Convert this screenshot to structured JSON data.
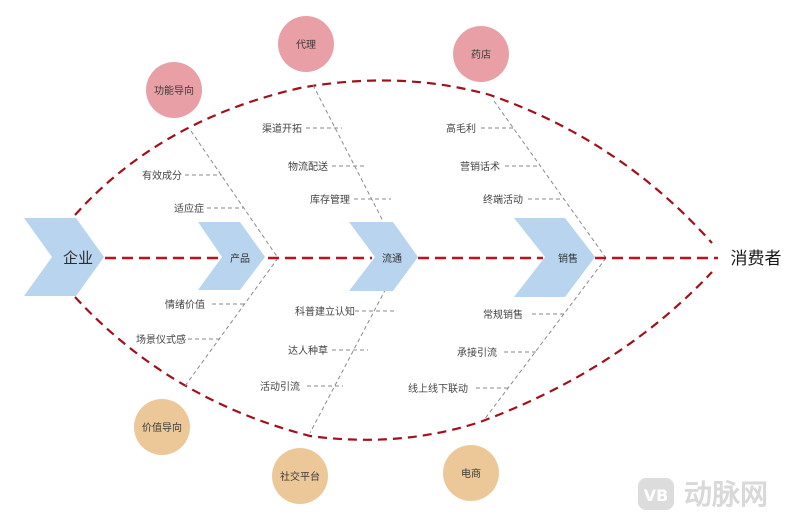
{
  "diagram": {
    "type": "fishbone",
    "colors": {
      "spine": "#c0111f",
      "arc": "#a3101c",
      "branch": "#8a8a8a",
      "chevron": "#b8d4ee",
      "circle_top": "#e8a0a6",
      "circle_bottom": "#ecc898",
      "watermark": "#d9d9d9"
    },
    "start": {
      "label": "企业"
    },
    "effect": {
      "label": "消费者"
    },
    "stages": [
      {
        "label": "产品"
      },
      {
        "label": "流通"
      },
      {
        "label": "销售"
      }
    ],
    "top_branches": [
      {
        "category": "功能导向",
        "causes": [
          "有效成分",
          "适应症"
        ]
      },
      {
        "category": "代理",
        "causes": [
          "渠道开拓",
          "物流配送",
          "库存管理"
        ]
      },
      {
        "category": "药店",
        "causes": [
          "高毛利",
          "营销话术",
          "终端活动"
        ]
      }
    ],
    "bottom_branches": [
      {
        "category": "价值导向",
        "causes": [
          "情绪价值",
          "场景仪式感"
        ]
      },
      {
        "category": "社交平台",
        "causes": [
          "科普建立认知",
          "达人种草",
          "活动引流"
        ]
      },
      {
        "category": "电商",
        "causes": [
          "常规销售",
          "承接引流",
          "线上线下联动"
        ]
      }
    ]
  },
  "watermark": {
    "logo": "VB",
    "text": "动脉网"
  }
}
